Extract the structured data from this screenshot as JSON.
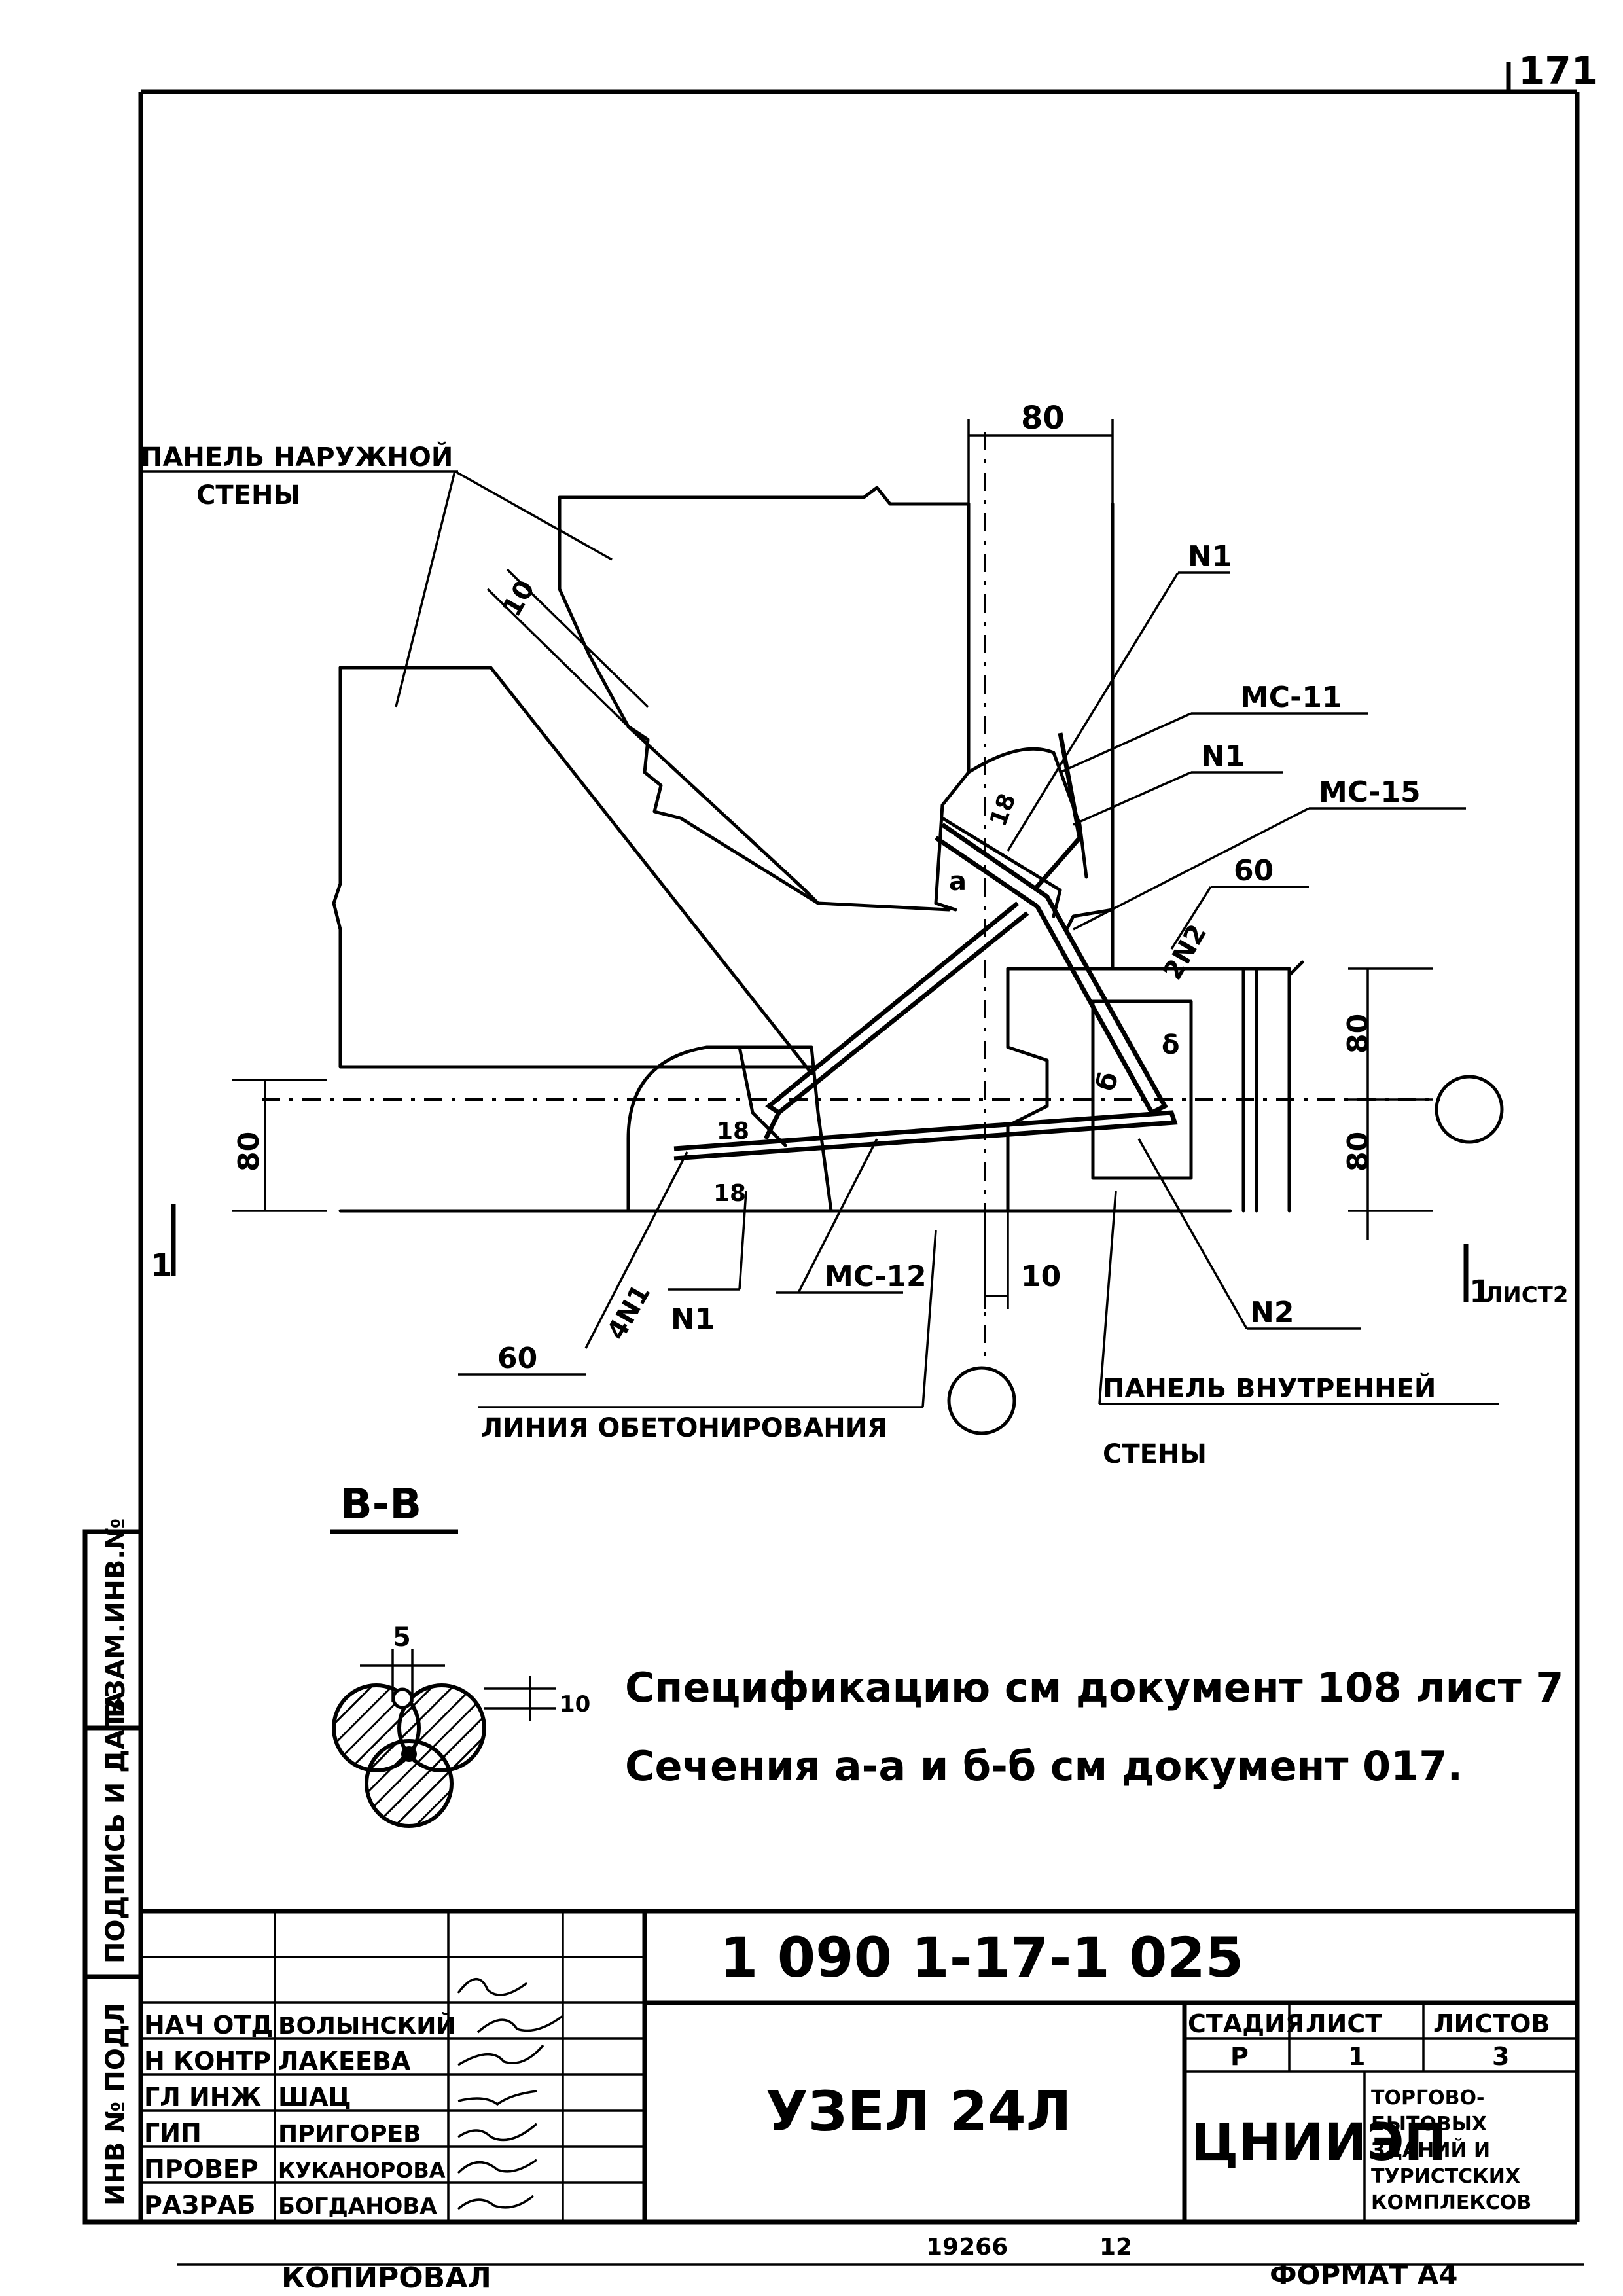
{
  "sheet": {
    "corner_number": "171",
    "copied_by": "КОПИРОВАЛ",
    "inventory": "19266",
    "inventory_sub": "12",
    "format": "ФОРМАТ А4"
  },
  "side_stamp": {
    "inv_no_orig": "ИНВ № ПОДЛ",
    "sign_date": "ПОДПИСЬ И ДАТА",
    "replace_inv": "ВЗАМ.ИНВ.№"
  },
  "drawing": {
    "labels": {
      "outer_panel_1": "ПАНЕЛЬ НАРУЖНОЙ",
      "outer_panel_2": "СТЕНЫ",
      "dim_80_top": "80",
      "dim_10_top": "10",
      "n1_a": "N1",
      "mc11": "МС-11",
      "n1_b": "N1",
      "mc15": "МС-15",
      "dim_60_right": "60",
      "n2_2": "2N2",
      "dim_80_right_a": "80",
      "dim_80_right_b": "80",
      "dim_80_left": "80",
      "a_sec": "а",
      "delta_sec": "δ",
      "b_sec": "б",
      "weld_18_top": "18",
      "weld_18_bot": "18",
      "weld_18_left": "18",
      "cut_left": "1",
      "cut_right": "1",
      "cut_right_ref": "ЛИСТ2",
      "n4_1": "4N1",
      "n1_c": "N1",
      "mc12": "МС-12",
      "dim_10_bottom": "10",
      "n2_b": "N2",
      "dim_60_left": "60",
      "line_concrete": "ЛИНИЯ ОБЕТОНИРОВАНИЯ",
      "inner_panel_1": "ПАНЕЛЬ ВНУТРЕННЕЙ",
      "inner_panel_2": "СТЕНЫ"
    },
    "section_title": "В-В",
    "section_dim_5": "5",
    "section_dim_10": "10",
    "notes": [
      "Спецификацию см документ 108 лист 7",
      "Сечения а-а и б-б см документ 017."
    ]
  },
  "title_block": {
    "doc_code": "1 090 1-17-1 025",
    "title": "УЗЕЛ 24Л",
    "people": [
      {
        "role": "НАЧ ОТД",
        "name": "ВОЛЫНСКИЙ"
      },
      {
        "role": "Н КОНТР",
        "name": "ЛАКЕЕВА"
      },
      {
        "role": "ГЛ ИНЖ",
        "name": "ШАЦ"
      },
      {
        "role": "ГИП",
        "name": "ПРИГОРЕВ"
      },
      {
        "role": "ПРОВЕР",
        "name": "КУКАНОРОВА"
      },
      {
        "role": "РАЗРАБ",
        "name": "БОГДАНОВА"
      }
    ],
    "stage_header": "СТАДИЯ",
    "sheet_header": "ЛИСТ",
    "sheets_header": "ЛИСТОВ",
    "stage": "Р",
    "sheet": "1",
    "sheets": "3",
    "org": "ЦНИИЭП",
    "org_desc": [
      "ТОРГОВО-",
      "БЫТОВЫХ",
      "ЗДАНИЙ И",
      "ТУРИСТСКИХ",
      "КОМПЛЕКСОВ"
    ]
  }
}
